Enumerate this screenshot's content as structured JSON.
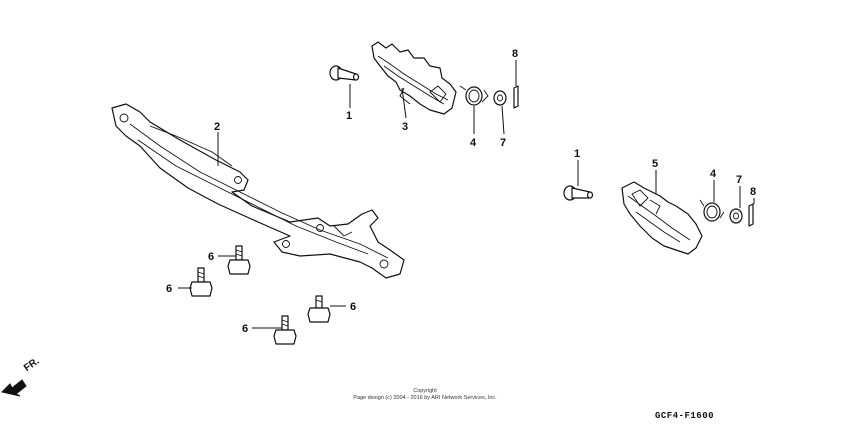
{
  "callouts": {
    "c1a": "1",
    "c1b": "1",
    "c2": "2",
    "c3": "3",
    "c4a": "4",
    "c4b": "4",
    "c5": "5",
    "c6a": "6",
    "c6b": "6",
    "c6c": "6",
    "c6d": "6",
    "c7a": "7",
    "c7b": "7",
    "c8a": "8",
    "c8b": "8"
  },
  "direction_label": "FR.",
  "copyright_line1": "Copyright",
  "copyright_line2": "Page design (c) 2004 - 2016 by ARI Network Services, Inc.",
  "diagram_code": "GCF4-F1600"
}
